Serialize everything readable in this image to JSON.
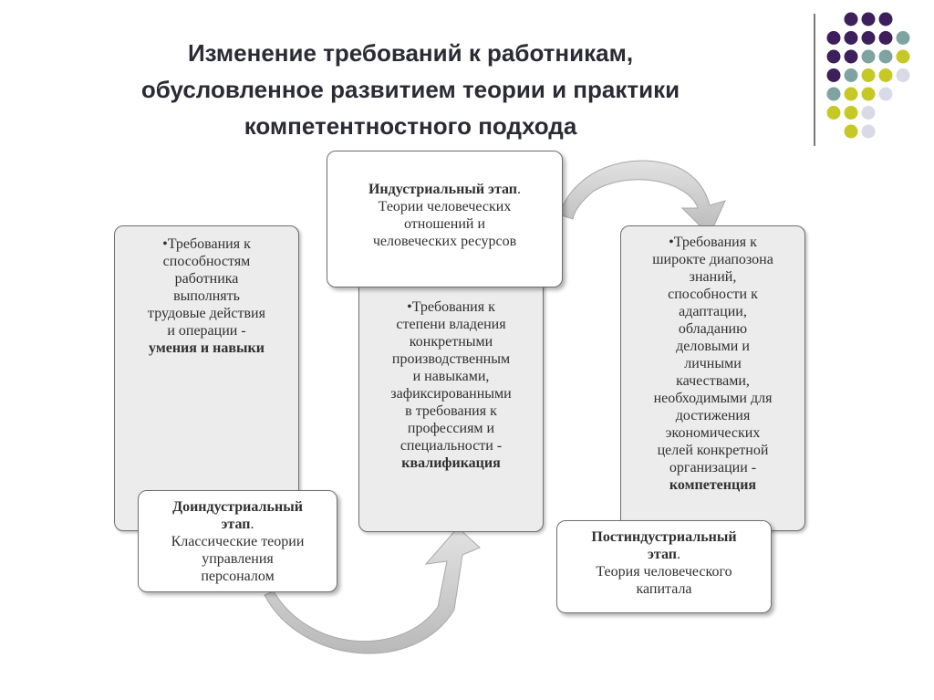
{
  "title": "Изменение требований к работникам,\nобусловленное развитием теории и практики\nкомпетентностного подхода",
  "requirements": [
    {
      "text": "•Требования к\nспособностям\nработника\nвыполнять\nтрудовые действия\nи операции -",
      "result": "умения и навыки"
    },
    {
      "text": "•Требования к\nстепени владения\nконкретными\nпроизводственным\nи навыками,\nзафиксированными\nв требования к\nпрофессиям и\nспециальности -",
      "result": "квалификация"
    },
    {
      "text": "•Требования к\nширокте диапозона\nзнаний,\nспособности к\nадаптации,\nобладанию\nделовыми и\nличными\nкачествами,\nнеобходимыми для\nдостижения\nэкономических\nцелей конкретной\nорганизации -",
      "result": "компетенция"
    }
  ],
  "stages": [
    {
      "title": "Доиндустриальный\nэтап",
      "suffix": ".",
      "desc": "Классические теории\nуправления\nперсоналом"
    },
    {
      "title": "Индустриальный этап",
      "suffix": ".",
      "desc": "Теории человеческих\nотношений и\nчеловеческих ресурсов"
    },
    {
      "title": "Постиндустриальный\nэтап",
      "suffix": ".",
      "desc": "Теория человеческого\nкапитала"
    }
  ],
  "colors": {
    "purple": "#3d1f5c",
    "teal": "#7fa3a1",
    "olive": "#c6c825",
    "lavender": "#d9d9e8",
    "arrow": "#c8c8c8"
  }
}
